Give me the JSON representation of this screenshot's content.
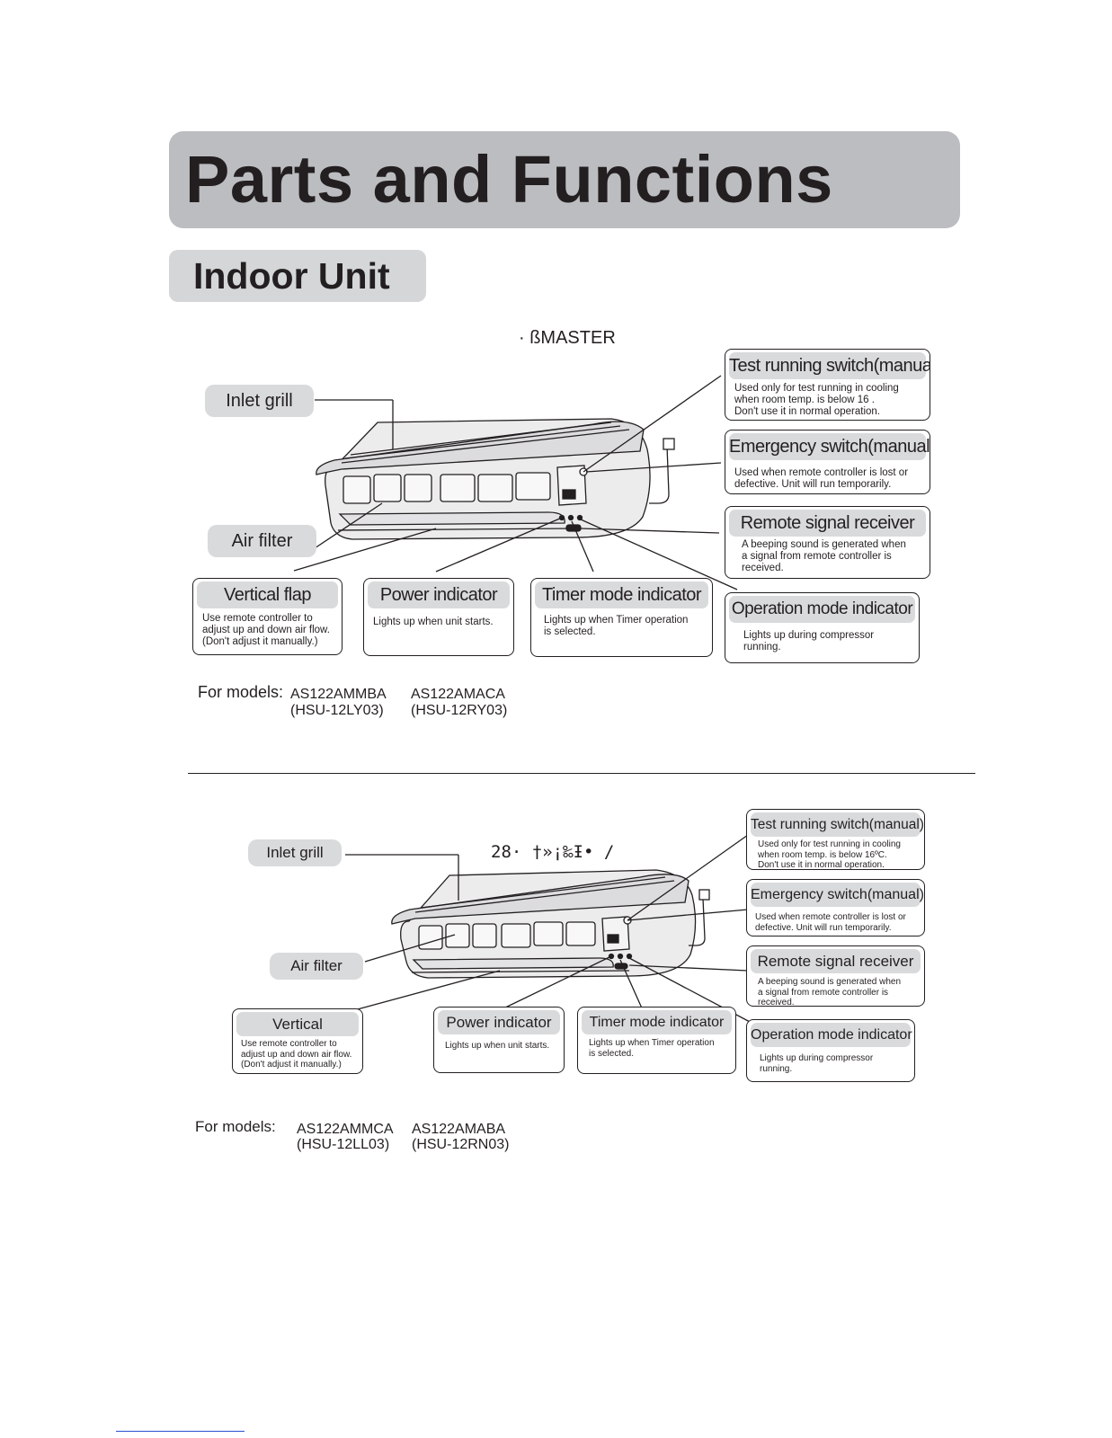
{
  "page_title": "Parts and Functions",
  "section_title": "Indoor Unit",
  "unit1": {
    "top_label": "·    ßMASTER",
    "inlet_grill": "Inlet grill",
    "air_filter": "Air filter",
    "test_switch": {
      "title": "Test running switch(manual)",
      "desc": "Used only for test running in cooling\nwhen room temp.  is below 16      .\nDon't use it in normal operation."
    },
    "emergency_switch": {
      "title": "Emergency switch(manual)",
      "desc": "Used when remote controller is lost or\ndefective. Unit will run temporarily."
    },
    "remote_receiver": {
      "title": "Remote signal receiver",
      "desc": "A beeping sound is generated when\na signal from remote controller is\nreceived."
    },
    "vertical_flap": {
      "title": "Vertical flap",
      "desc": "Use remote controller to\nadjust up and down air flow.\n (Don't adjust it manually.)"
    },
    "power_indicator": {
      "title": "Power indicator",
      "desc": "Lights up when unit starts."
    },
    "timer_indicator": {
      "title": "Timer mode indicator",
      "desc": "Lights up when Timer operation\nis selected."
    },
    "operation_indicator": {
      "title": "Operation mode indicator",
      "desc": "Lights up during compressor\nrunning."
    },
    "models_label": "For models:",
    "models": [
      {
        "model": "AS122AMMBA",
        "code": "(HSU-12LY03)"
      },
      {
        "model": "AS122AMACA",
        "code": "(HSU-12RY03)"
      }
    ]
  },
  "unit2": {
    "top_label": "28·    †»¡‰Ɨ•     /",
    "inlet_grill": "Inlet grill",
    "air_filter": "Air filter",
    "test_switch": {
      "title": "Test running switch(manual)",
      "desc": "Used only for test running in cooling\nwhen room temp.  is below 16ºC.\nDon't use it in normal operation."
    },
    "emergency_switch": {
      "title": "Emergency switch(manual)",
      "desc": "Used when remote controller is lost or\ndefective. Unit will run temporarily."
    },
    "remote_receiver": {
      "title": "Remote signal receiver",
      "desc": "A beeping sound is generated when\na signal from remote controller is\nreceived."
    },
    "vertical_flap": {
      "title": "Vertical",
      "desc": "Use remote controller to\nadjust up and down air flow.\n (Don't adjust it manually.)"
    },
    "power_indicator": {
      "title": "Power indicator",
      "desc": "Lights up when unit starts."
    },
    "timer_indicator": {
      "title": "Timer mode indicator",
      "desc": "Lights up when Timer operation\nis selected."
    },
    "operation_indicator": {
      "title": "Operation mode indicator",
      "desc": "Lights up during compressor\nrunning."
    },
    "models_label": "For models:",
    "models": [
      {
        "model": "AS122AMMCA",
        "code": "(HSU-12LL03)"
      },
      {
        "model": "AS122AMABA",
        "code": "(HSU-12RN03)"
      }
    ]
  },
  "colors": {
    "title_bar": "#bcbdc0",
    "label_fill": "#d9dadc",
    "ink": "#231f20"
  }
}
